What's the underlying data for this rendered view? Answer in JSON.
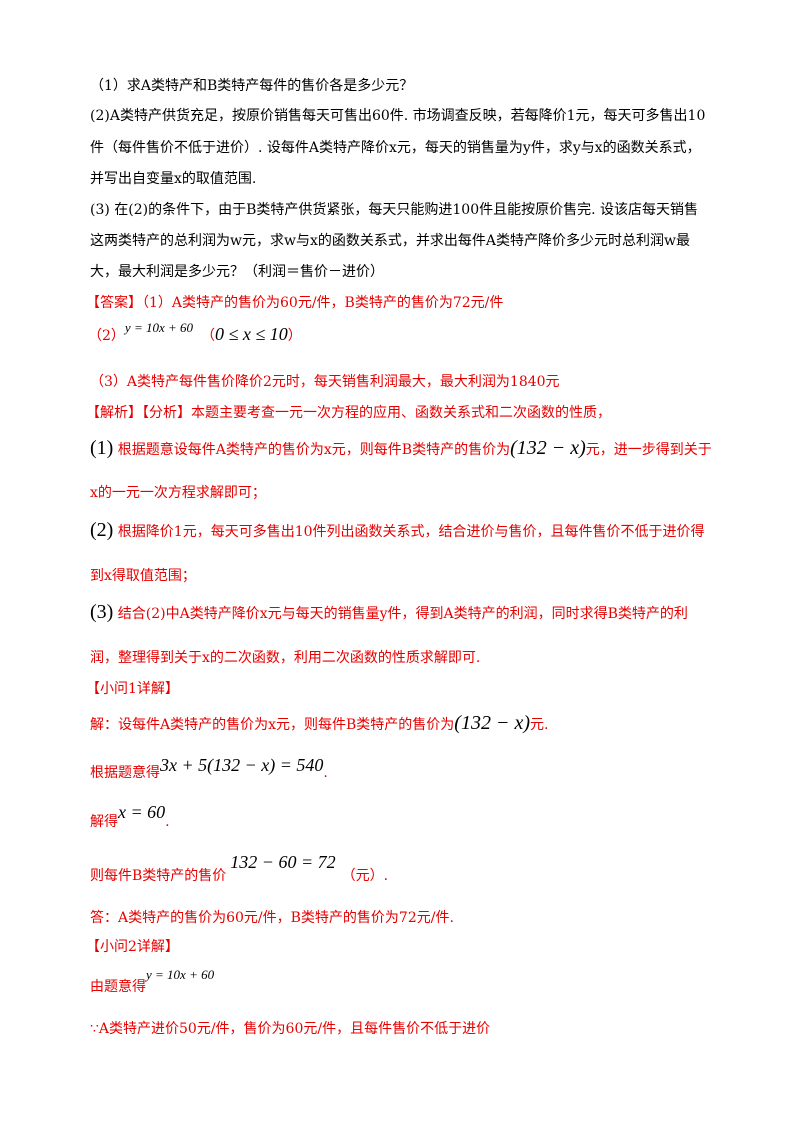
{
  "question": {
    "q1": "（1）求A类特产和B类特产每件的售价各是多少元？",
    "q2_line1": "(2)A类特产供货充足，按原价销售每天可售出60件. 市场调查反映，若每降价1元，每天可多售出10",
    "q2_line2": "件（每件售价不低于进价）. 设每件A类特产降价x元，每天的销售量为y件，求y与x的函数关系式，",
    "q2_line3": "并写出自变量x的取值范围.",
    "q3_line1": "(3) 在(2)的条件下，由于B类特产供货紧张，每天只能购进100件且能按原价售完. 设该店每天销售",
    "q3_line2": "这两类特产的总利润为w元，求w与x的函数关系式，并求出每件A类特产降价多少元时总利润w最",
    "q3_line3": "大，最大利润是多少元？（利润＝售价－进价）"
  },
  "answer": {
    "line1": "【答案】（1）A类特产的售价为60元/件，B类特产的售价为72元/件",
    "part2_label": "（2）",
    "part2_eq": "y = 10x + 60",
    "part2_paren_open": "（",
    "part2_range": "0 ≤ x ≤ 10",
    "part2_paren_close": "）",
    "line3": "（3）A类特产每件售价降价2元时，每天销售利润最大，最大利润为1840元"
  },
  "analysis": {
    "head": "【解析】【分析】本题主要考查一元一次方程的应用、函数关系式和二次函数的性质，",
    "s1_num": "(1)",
    "s1_text": "根据题意设每件A类特产的售价为x元，则每件B类特产的售价为",
    "s1_expr": "(132 − x)",
    "s1_tail": "元，进一步得到关于",
    "s1_line2": "x的一元一次方程求解即可；",
    "s2_num": "(2)",
    "s2_text": "根据降价1元，每天可多售出10件列出函数关系式，结合进价与售价，且每件售价不低于进价得",
    "s2_line2": "到x得取值范围；",
    "s3_num": "(3)",
    "s3_text": "结合(2)中A类特产降价x元与每天的销售量y件，得到A类特产的利润，同时求得B类特产的利",
    "s3_line2": "润，整理得到关于x的二次函数，利用二次函数的性质求解即可."
  },
  "detail1": {
    "head": "【小问1详解】",
    "l1_text": "解：设每件A类特产的售价为x元，则每件B类特产的售价为",
    "l1_expr": "(132 − x)",
    "l1_tail": "元.",
    "l2_text": "根据题意得",
    "l2_eq": "3x + 5(132 − x) = 540",
    "l2_tail": ".",
    "l3_text": "解得",
    "l3_eq": "x = 60",
    "l3_tail": ".",
    "l4_text": "则每件B类特产的售价",
    "l4_eq": "132 − 60 = 72",
    "l4_tail": "（元）.",
    "l5": "答：A类特产的售价为60元/件，B类特产的售价为72元/件."
  },
  "detail2": {
    "head": "【小问2详解】",
    "l1_text": "由题意得",
    "l1_eq": "y = 10x + 60",
    "l2": "∵A类特产进价50元/件，售价为60元/件，且每件售价不低于进价"
  }
}
